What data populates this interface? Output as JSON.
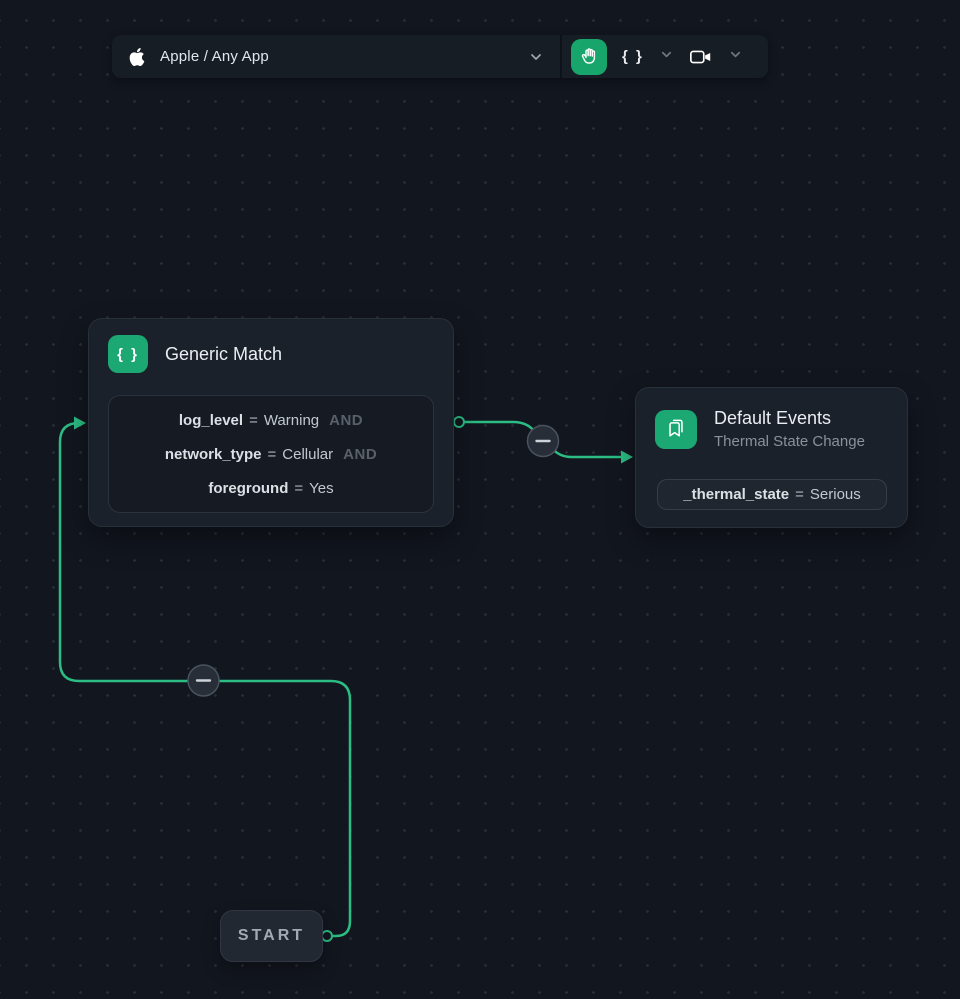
{
  "toolbar": {
    "app_selector": {
      "label": "Apple / Any App"
    },
    "braces_button_label": "{ }"
  },
  "icons": {
    "app_selector": "apple-logo",
    "pan_button": "hand",
    "braces_button": "curly-braces",
    "record_button": "video-camera",
    "dropdowns": "chevron-down",
    "generic_match_node": "curly-braces",
    "default_events_node": "bookmarks",
    "edge_badges": "minus"
  },
  "colors": {
    "background": "#12161F",
    "accent_green": "#18A56B",
    "edge_green": "#2BBD84",
    "node_background": "#1B212B"
  },
  "nodes": {
    "generic_match": {
      "title": "Generic Match",
      "icon_label": "{ }",
      "conditions": [
        {
          "key": "log_level",
          "op": "=",
          "value": "Warning",
          "conjunction": "AND"
        },
        {
          "key": "network_type",
          "op": "=",
          "value": "Cellular",
          "conjunction": "AND"
        },
        {
          "key": "foreground",
          "op": "=",
          "value": "Yes"
        }
      ]
    },
    "default_events": {
      "title": "Default Events",
      "subtitle": "Thermal State Change",
      "condition": {
        "key": "_thermal_state",
        "op": "=",
        "value": "Serious"
      }
    },
    "start": {
      "label": "START"
    }
  }
}
